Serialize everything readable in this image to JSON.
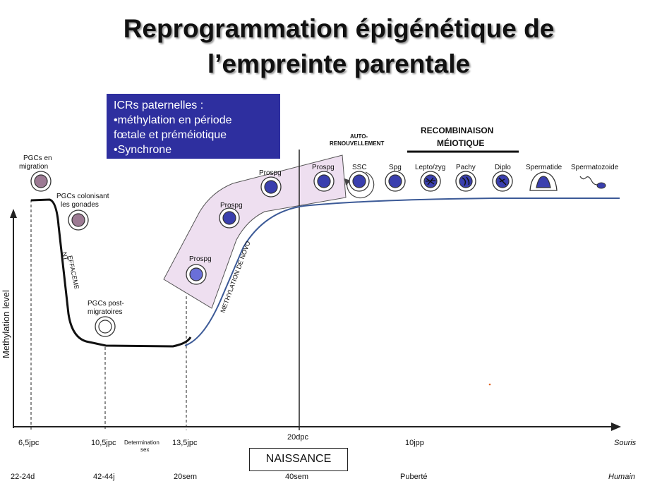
{
  "title": {
    "line1": "Reprogrammation épigénétique de",
    "line2": "l’empreinte parentale"
  },
  "icr_box": {
    "line1": "ICRs paternelles :",
    "line2": "•méthylation en période",
    "line3": "fœtale et  préméiotique",
    "line4": "•Synchrone",
    "color": "#2e2f9f"
  },
  "y_axis_label": "Methylation level",
  "stage_labels": {
    "pgc_migration_1": "PGCs en",
    "pgc_migration_2": "migration",
    "pgc_colonising_1": "PGCs colonisant",
    "pgc_colonising_2": "les gonades",
    "pgc_post_1": "PGCs post-",
    "pgc_post_2": "migratoires",
    "effacement_1": "EFFACEME",
    "effacement_2": "NT",
    "methylation_de_novo": "METHYLATION DE NOVO",
    "prospg": "Prospg",
    "auto_renouvellement_1": "AUTO-",
    "auto_renouvellement_2": "RENOUVELLEMENT",
    "recombinaison_1": "RECOMBINAISON",
    "recombinaison_2": "MÉIOTIQUE",
    "ssc": "SSC",
    "spg": "Spg",
    "lepto": "Lepto/zyg",
    "pachy": "Pachy",
    "diplo": "Diplo",
    "spermatide": "Spermatide",
    "spermatozoide": "Spermatozoide"
  },
  "mouse_timeline": {
    "t1": "6,5jpc",
    "t2": "10,5jpc",
    "determination_1": "Determination",
    "determination_2": "sex",
    "t3": "13,5jpc",
    "t4": "20dpc",
    "t5": "10jpp",
    "species": "Souris"
  },
  "naissance": "NAISSANCE",
  "human_timeline": {
    "t1": "22-24d",
    "t2": "42-44j",
    "t3": "20sem",
    "t4": "40sem",
    "t5": "Puberté",
    "species": "Humain"
  },
  "colors": {
    "pgc_fill": "#9c7a93",
    "prospg_fill": "#3a3fae",
    "prospg_light": "#6a6fd8",
    "band_fill": "#eedff0",
    "de_novo_line": "#3c5a97"
  }
}
